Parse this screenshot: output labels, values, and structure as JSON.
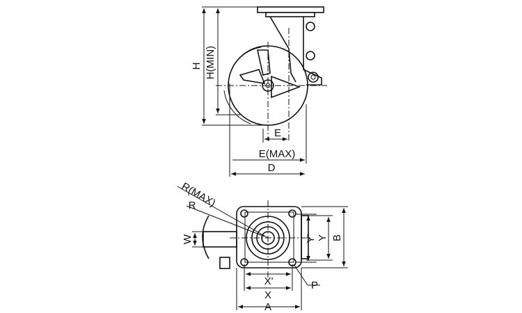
{
  "side_view": {
    "labels": {
      "H": "H",
      "H_MIN": "H(MIN)",
      "E": "E",
      "E_MAX": "E(MAX)",
      "D": "D"
    }
  },
  "plan_view": {
    "labels": {
      "R_MAX": "R(MAX)",
      "R": "R",
      "W": "W",
      "Y_prime": "Y'",
      "Y": "Y",
      "B": "B",
      "P": "P",
      "X_prime": "X'",
      "X": "X",
      "A": "A"
    }
  }
}
